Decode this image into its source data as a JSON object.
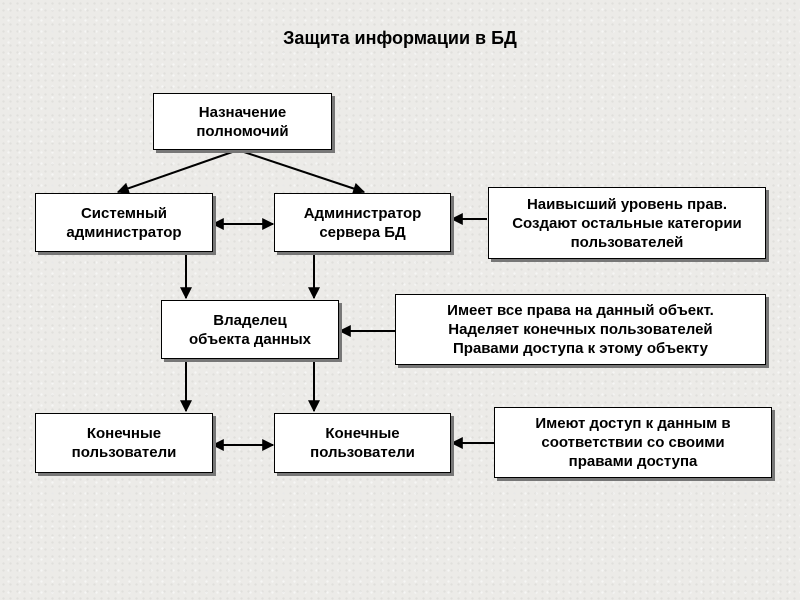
{
  "title": "Защита информации в БД",
  "boxes": {
    "assign": "Назначение\nполномочий",
    "sysadmin": "Системный\nадминистратор",
    "server_admin": "Администратор\nсервера БД",
    "server_admin_note": "Наивысший уровень прав.\nСоздают остальные категории\nпользователей",
    "owner": "Владелец\nобъекта данных",
    "owner_note": "Имеет все права на данный объект.\nНаделяет конечных пользователей\nПравами доступа к этому объекту",
    "end_users_left": "Конечные\nпользователи",
    "end_users_right": "Конечные\nпользователи",
    "end_users_note": "Имеют доступ к данным в\nсоответствии со своими\nправами доступа"
  },
  "colors": {
    "line": "#000000",
    "box_fill": "#ffffff",
    "shadow": "#777777"
  }
}
